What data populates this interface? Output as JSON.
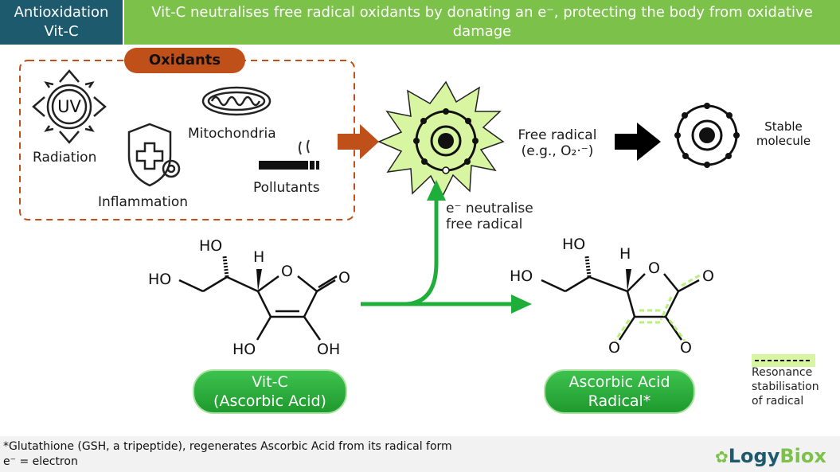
{
  "header": {
    "left_line1": "Antioxidation",
    "left_line2": "Vit-C",
    "title": "Vit-C neutralises free radical oxidants by donating an e⁻, protecting the body from oxidative damage"
  },
  "oxidants": {
    "title": "Oxidants",
    "uv_icon_text": "UV",
    "radiation": "Radiation",
    "mitochondria": "Mitochondria",
    "inflammation": "Inflammation",
    "pollutants": "Pollutants"
  },
  "free_radical": {
    "line1": "Free radical",
    "line2": "(e.g., O₂·⁻)"
  },
  "stable": {
    "line1": "Stable",
    "line2": "molecule"
  },
  "electron_note": {
    "line1": "e⁻ neutralise",
    "line2": "free radical"
  },
  "vitc_structure": {
    "ho_top": "HO",
    "h": "H",
    "ho_left": "HO",
    "o_ring": "O",
    "o_carbonyl": "O",
    "oh_left": "HO",
    "oh_right": "OH"
  },
  "radical_structure": {
    "ho_top": "HO",
    "h": "H",
    "ho_left": "HO",
    "o_ring": "O",
    "o_carbonyl": "O",
    "o_left": "O",
    "o_right": "O"
  },
  "vitc_pill": {
    "line1": "Vit-C",
    "line2": "(Ascorbic Acid)"
  },
  "radical_pill": {
    "line1": "Ascorbic Acid",
    "line2": "Radical*"
  },
  "legend": {
    "line1": "Resonance",
    "line2": "stabilisation",
    "line3": "of radical"
  },
  "footer": {
    "note1": "*Glutathione (GSH, a tripeptide), regenerates Ascorbic Acid from its radical form",
    "note2": "e⁻ = electron"
  },
  "logo": {
    "part1": "Logy",
    "part2": "Biox"
  },
  "colors": {
    "header_left": "#1e5a6e",
    "header_right": "#7cc24a",
    "oxidant_orange": "#c0501a",
    "green": "#1fae3a",
    "radical_star": "#d8f5a2"
  }
}
